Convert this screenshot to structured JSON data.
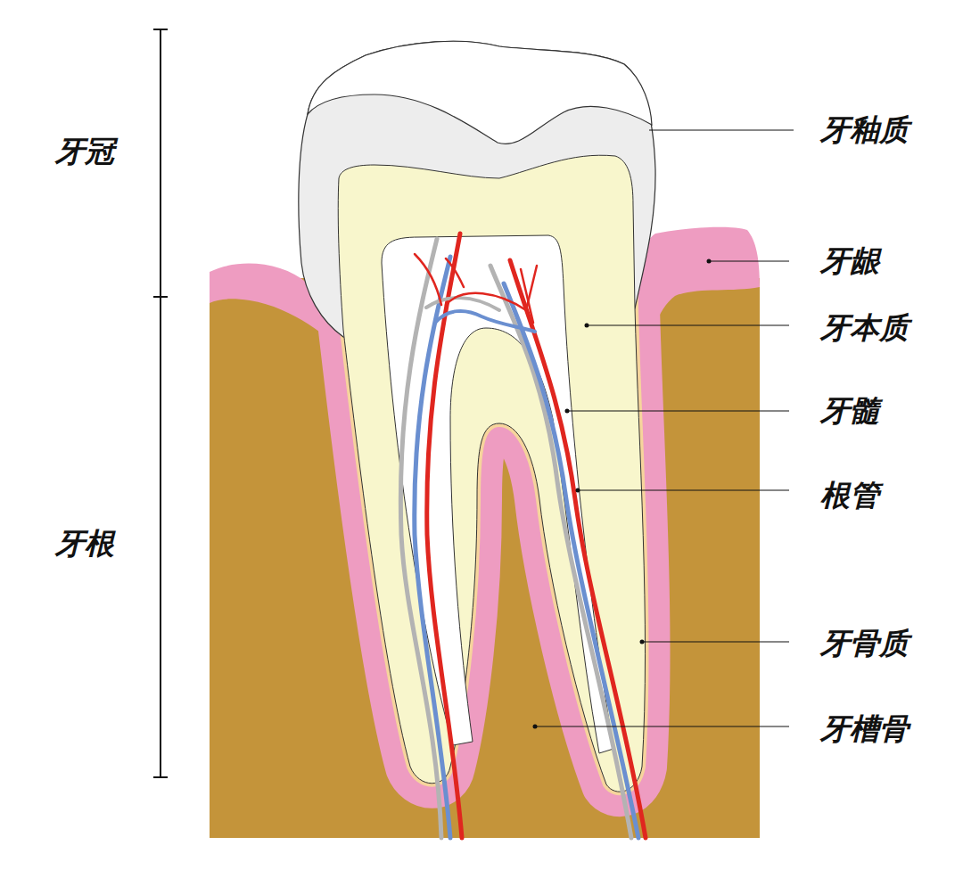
{
  "diagram": {
    "labels": [
      "牙冠",
      "牙根",
      "牙釉质",
      "牙龈",
      "牙本质",
      "牙髓",
      "根管",
      "牙骨质",
      "牙槽骨"
    ]
  }
}
